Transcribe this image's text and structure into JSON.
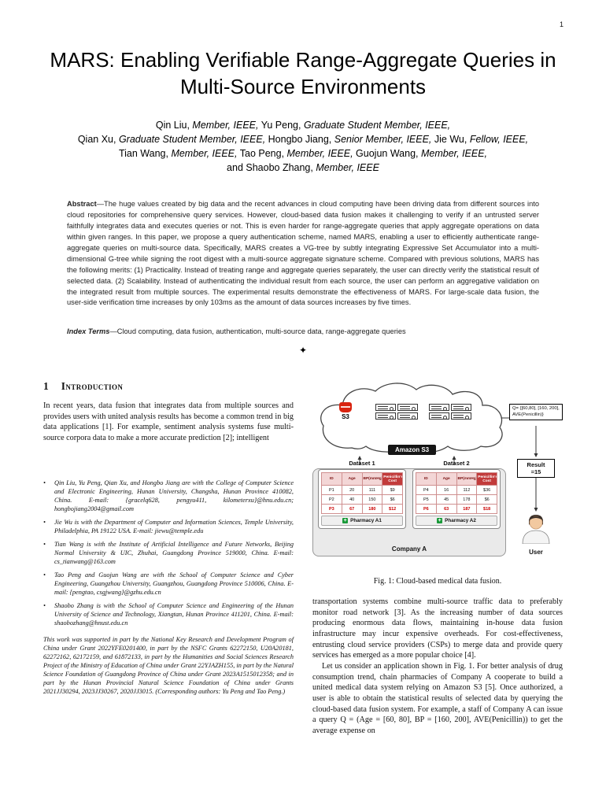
{
  "page_number": "1",
  "title": "MARS: Enabling Verifiable Range-Aggregate Queries in Multi-Source Environments",
  "author_lines": [
    [
      {
        "t": "Qin Liu, "
      },
      {
        "t": "Member, IEEE,",
        "i": 1
      },
      {
        "t": " Yu Peng, "
      },
      {
        "t": "Graduate Student Member, IEEE,",
        "i": 1
      }
    ],
    [
      {
        "t": "Qian Xu, "
      },
      {
        "t": "Graduate Student Member, IEEE,",
        "i": 1
      },
      {
        "t": " Hongbo Jiang, "
      },
      {
        "t": "Senior Member, IEEE,",
        "i": 1
      },
      {
        "t": " Jie Wu, "
      },
      {
        "t": "Fellow, IEEE,",
        "i": 1
      }
    ],
    [
      {
        "t": "Tian Wang, "
      },
      {
        "t": "Member, IEEE,",
        "i": 1
      },
      {
        "t": " Tao Peng, "
      },
      {
        "t": "Member, IEEE,",
        "i": 1
      },
      {
        "t": " Guojun Wang, "
      },
      {
        "t": "Member, IEEE,",
        "i": 1
      }
    ],
    [
      {
        "t": "and Shaobo Zhang, "
      },
      {
        "t": "Member, IEEE",
        "i": 1
      }
    ]
  ],
  "abstract": {
    "label": "Abstract",
    "text": "—The huge values created by big data and the recent advances in cloud computing have been driving data from different sources into cloud repositories for comprehensive query services. However, cloud-based data fusion makes it challenging to verify if an untrusted server faithfully integrates data and executes queries or not. This is even harder for range-aggregate queries that apply aggregate operations on data within given ranges. In this paper, we propose a query authentication scheme, named MARS, enabling a user to efficiently authenticate range-aggregate queries on multi-source data. Specifically, MARS creates a VG-tree by subtly integrating Expressive Set Accumulator into a multi-dimensional G-tree while signing the root digest with a multi-source aggregate signature scheme. Compared with previous solutions, MARS has the following merits: (1) Practicality. Instead of treating range and aggregate queries separately, the user can directly verify the statistical result of selected data. (2) Scalability. Instead of authenticating the individual result from each source, the user can perform an aggregative validation on the integrated result from multiple sources. The experimental results demonstrate the effectiveness of MARS. For large-scale data fusion, the user-side verification time increases by only 103ms as the amount of data sources increases by five times."
  },
  "index_terms": {
    "label": "Index Terms",
    "text": "—Cloud computing, data fusion, authentication, multi-source data, range-aggregate queries"
  },
  "separator": "✦",
  "intro": {
    "number": "1",
    "heading": "Introduction",
    "paragraph": "In recent years, data fusion that integrates data from multiple sources and provides users with united analysis results has become a common trend in big data applications [1]. For example, sentiment analysis systems fuse multi-source corpora data to make a more accurate prediction [2]; intelligent"
  },
  "footnotes": [
    "Qin Liu, Yu Peng, Qian Xu, and Hongbo Jiang are with the College of Computer Science and Electronic Engineering, Hunan University, Changsha, Hunan Province 410082, China. E-mail: {gracelq628, pengyu411, kilometerxu}@hnu.edu.cn; hongbojiang2004@gmail.com",
    "Jie Wu is with the Department of Computer and Information Sciences, Temple University, Philadelphia, PA 19122 USA. E-mail: jiewu@temple.edu",
    "Tian Wang is with the Institute of Artificial Intelligence and Future Networks, Beijing Normal University & UIC, Zhuhai, Guangdong Province 519000, China. E-mail: cs_tianwang@163.com",
    "Tao Peng and Guojun Wang are with the School of Computer Science and Cyber Engineering, Guangzhou University, Guangzhou, Guangdong Province 510006, China. E-mail: {pengtao, csgjwang}@gzhu.edu.cn",
    "Shaobo Zhang is with the School of Computer Science and Engineering of the Hunan University of Science and Technology, Xiangtan, Hunan Province 411201, China. E-mail: shaobozhang@hnust.edu.cn"
  ],
  "funding_note": "This work was supported in part by the National Key Research and Development Program of China under Grant 2022YFE0201400, in part by the NSFC Grants 62272150, U20A20181, 62272162, 62172159, and 61872133, in part by the Humanities and Social Sciences Research Project of the Ministry of Education of China under Grant 22YJAZH155, in part by the Natural Science Foundation of Guangdong Province of China under Grant 2023A1515012358; and in part by the Hunan Provincial Natural Science Foundation of China under Grants 2021JJ30294, 2023JJ30267, 2020JJ3015. (Corresponding authors: Yu Peng and Tao Peng.)",
  "figure": {
    "caption": "Fig. 1: Cloud-based medical data fusion.",
    "s3_label": "S3",
    "cloud_label": "Amazon S3",
    "query_text": "Q= {[60,80], [160, 200], AVE(Penicillin)}",
    "result_line1": "Result",
    "result_line2": "=15",
    "company_label": "Company A",
    "user_label": "User",
    "colors": {
      "s3_red": "#d9230f",
      "table_header_red": "#c23b3b",
      "highlight_red": "#cc0000",
      "pharmacy_green": "#1a9a3a"
    },
    "datasets": [
      {
        "name": "Dataset 1",
        "pharmacy": "Pharmacy A1",
        "headers": [
          "ID",
          "Age",
          "BP(mmHg)",
          "Penicillin's Cost"
        ],
        "rows": [
          [
            "P1",
            "20",
            "111",
            "$9"
          ],
          [
            "P2",
            "40",
            "150",
            "$6"
          ],
          [
            "P3",
            "67",
            "180",
            "$12"
          ]
        ],
        "highlight_row": 2
      },
      {
        "name": "Dataset 2",
        "pharmacy": "Pharmacy A2",
        "headers": [
          "ID",
          "Age",
          "BP(mmHg)",
          "Penicillin's Cost"
        ],
        "rows": [
          [
            "P4",
            "16",
            "112",
            "$36"
          ],
          [
            "P5",
            "45",
            "178",
            "$6"
          ],
          [
            "P6",
            "63",
            "187",
            "$18"
          ]
        ],
        "highlight_row": 2
      }
    ]
  },
  "right_column": {
    "para1": "transportation systems combine multi-source traffic data to preferably monitor road network [3]. As the increasing number of data sources producing enormous data flows, maintaining in-house data fusion infrastructure may incur expensive overheads. For cost-effectiveness, entrusting cloud service providers (CSPs) to merge data and provide query services has emerged as a more popular choice [4].",
    "para2": "Let us consider an application shown in Fig. 1. For better analysis of drug consumption trend, chain pharmacies of Company A cooperate to build a united medical data system relying on Amazon S3 [5]. Once authorized, a user is able to obtain the statistical results of selected data by querying the cloud-based data fusion system. For example, a staff of Company A can issue a query Q = (Age = [60, 80], BP = [160, 200], AVE(Penicillin)) to get the average expense on"
  }
}
